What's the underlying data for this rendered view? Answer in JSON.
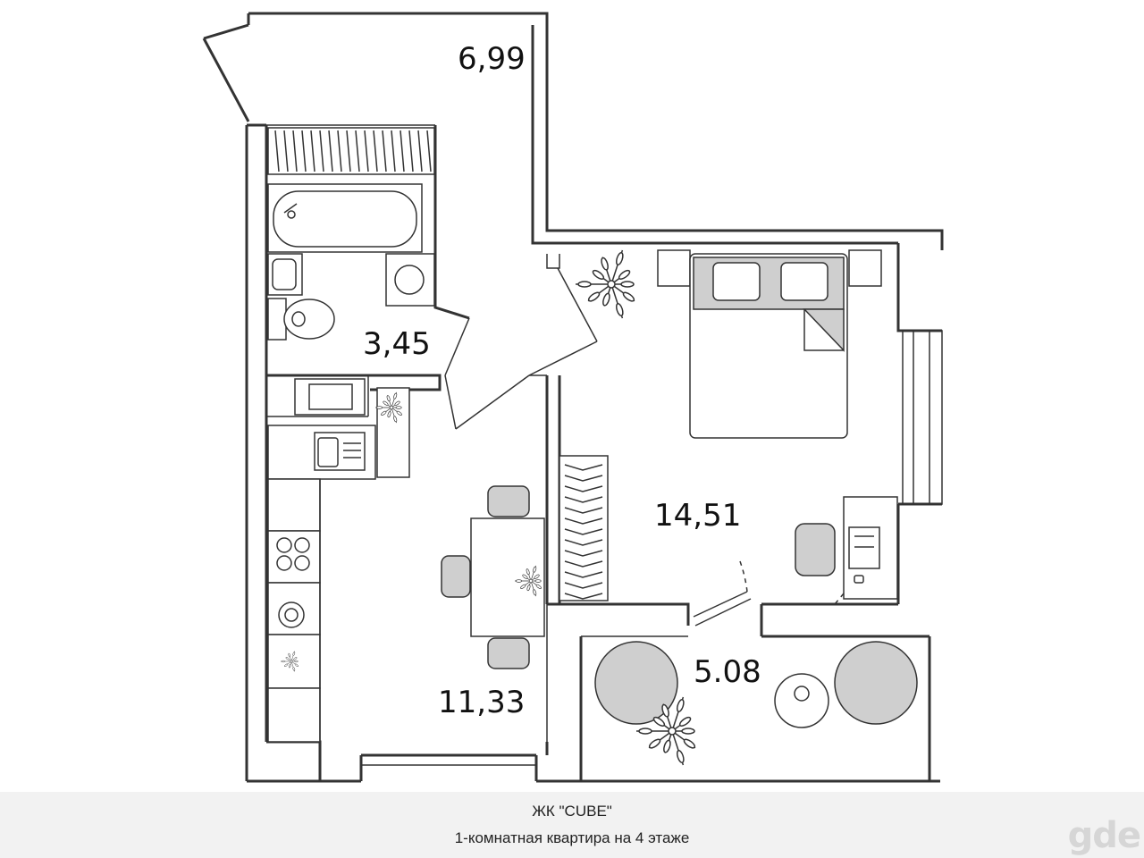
{
  "plan": {
    "areas": {
      "loggia_top": "6,99",
      "bathroom": "3,45",
      "kitchen": "11,33",
      "bedroom": "14,51",
      "balcony": "5.08"
    }
  },
  "caption": {
    "complex": "ЖК \"CUBE\"",
    "description": "1-комнатная квартира на 4 этаже"
  },
  "watermark": "gde",
  "colors": {
    "line": "#333333",
    "fill_gray": "#cfcfcf",
    "caption_bg": "#f2f2f2"
  }
}
